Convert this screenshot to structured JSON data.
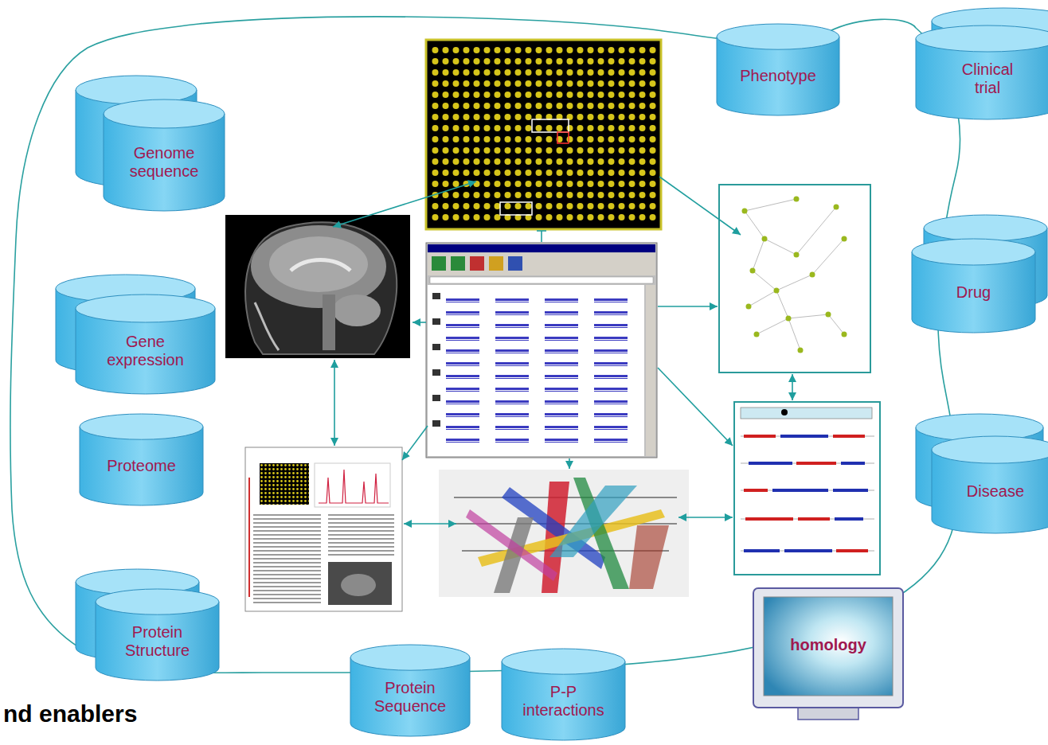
{
  "diagram": {
    "nodes": [
      {
        "text": [
          "Phenotype"
        ]
      },
      {
        "text": [
          "Clinical trial"
        ]
      },
      {
        "text": [
          "Genome sequence"
        ]
      },
      {
        "text": [
          "Drug"
        ]
      },
      {
        "text": [
          "Gene expression"
        ]
      },
      {
        "text": [
          "Proteome"
        ]
      },
      {
        "text": [
          "Disease"
        ]
      },
      {
        "text": [
          "Protein Structure"
        ]
      },
      {
        "text": [
          "homology"
        ]
      },
      {
        "text": [
          "Protein Sequence"
        ]
      },
      {
        "text": [
          "P-P interactions"
        ]
      }
    ],
    "labels": [
      "nd enablers"
    ]
  }
}
